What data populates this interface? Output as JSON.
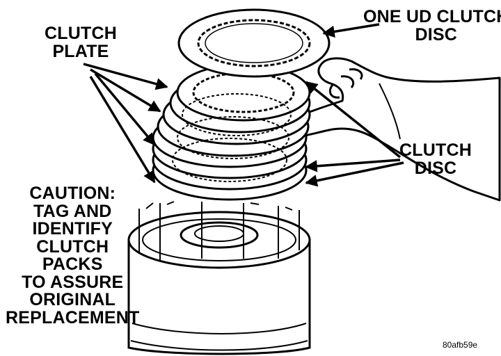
{
  "labels": {
    "clutch_plate": [
      "CLUTCH",
      "PLATE"
    ],
    "ud_clutch_disc": [
      "ONE UD CLUTCH",
      "DISC"
    ],
    "clutch_disc": [
      "CLUTCH",
      "DISC"
    ],
    "caution": [
      "CAUTION:",
      "TAG AND",
      "IDENTIFY",
      "CLUTCH",
      "PACKS",
      "TO ASSURE",
      "ORIGINAL",
      "REPLACEMENT"
    ]
  },
  "figure_id": "80afb59e",
  "colors": {
    "ink": "#000000",
    "paper": "#ffffff"
  }
}
